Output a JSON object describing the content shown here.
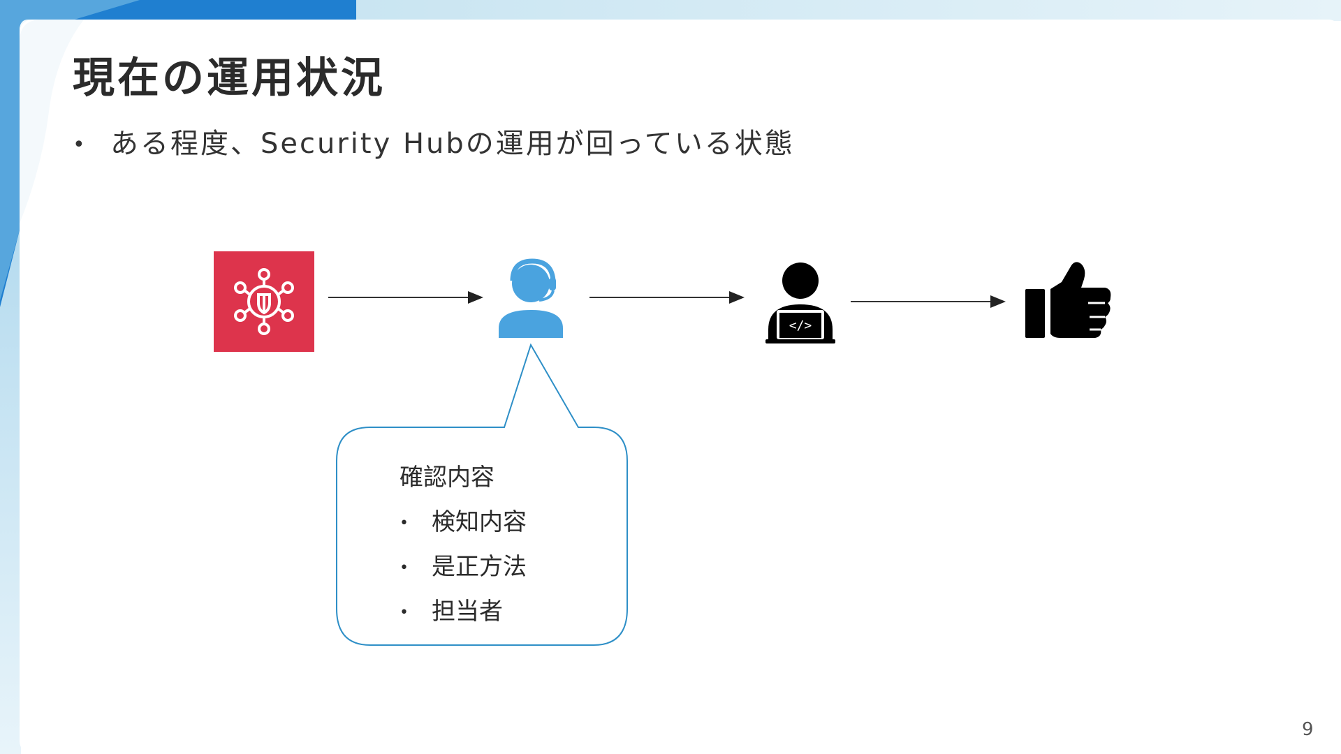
{
  "slide": {
    "title": "現在の運用状況",
    "bullet": "ある程度、Security Hubの運用が回っている状態",
    "page_number": "9"
  },
  "flow": {
    "nodes": [
      {
        "name": "security-hub-icon",
        "color": "#dd344c"
      },
      {
        "name": "operator-headset-icon",
        "color": "#4aa3df"
      },
      {
        "name": "developer-laptop-icon",
        "color": "#000000"
      },
      {
        "name": "thumbs-up-icon",
        "color": "#000000"
      }
    ],
    "arrow_color": "#333333"
  },
  "callout": {
    "heading": "確認内容",
    "items": [
      "検知内容",
      "是正方法",
      "担当者"
    ],
    "border_color": "#2e8fc7"
  },
  "colors": {
    "accent_blue": "#1f7fd0",
    "light_blue": "#cfe6f3"
  }
}
